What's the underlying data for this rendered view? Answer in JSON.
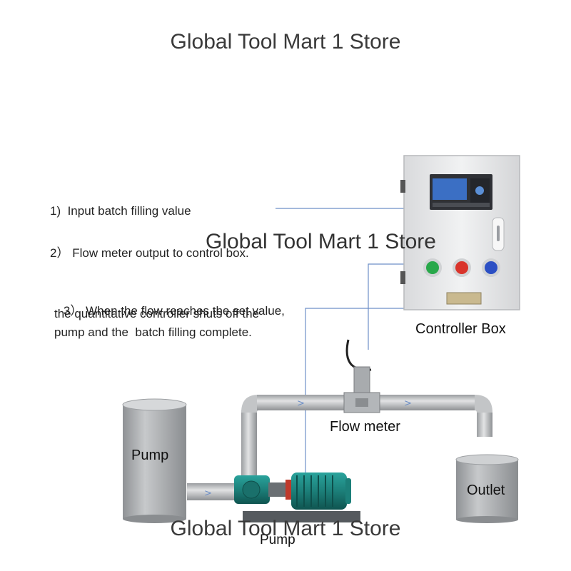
{
  "watermark": "Global Tool Mart 1 Store",
  "steps": [
    {
      "num": "1)",
      "text": "Input batch filling value"
    },
    {
      "num": "2）",
      "text": "Flow meter output to control box."
    },
    {
      "num": "3）",
      "lines": [
        "When the flow reaches the set value,",
        "the quantitative controller shuts off the",
        "pump and the  batch filling complete."
      ]
    }
  ],
  "labels": {
    "controller_box": "Controller Box",
    "flow_meter": "Flow meter",
    "tank": "Pump",
    "outlet": "Outlet",
    "pump": "Pump"
  },
  "colors": {
    "leader_line": "#6d8fc7",
    "panel": "#e9eaec",
    "display": "#3b6fc4",
    "button_green": "#28a84a",
    "button_red": "#d9342b",
    "button_blue": "#2b4fc4",
    "pump_motor": "#1f8a84",
    "pipe": "#b9bcbf"
  }
}
